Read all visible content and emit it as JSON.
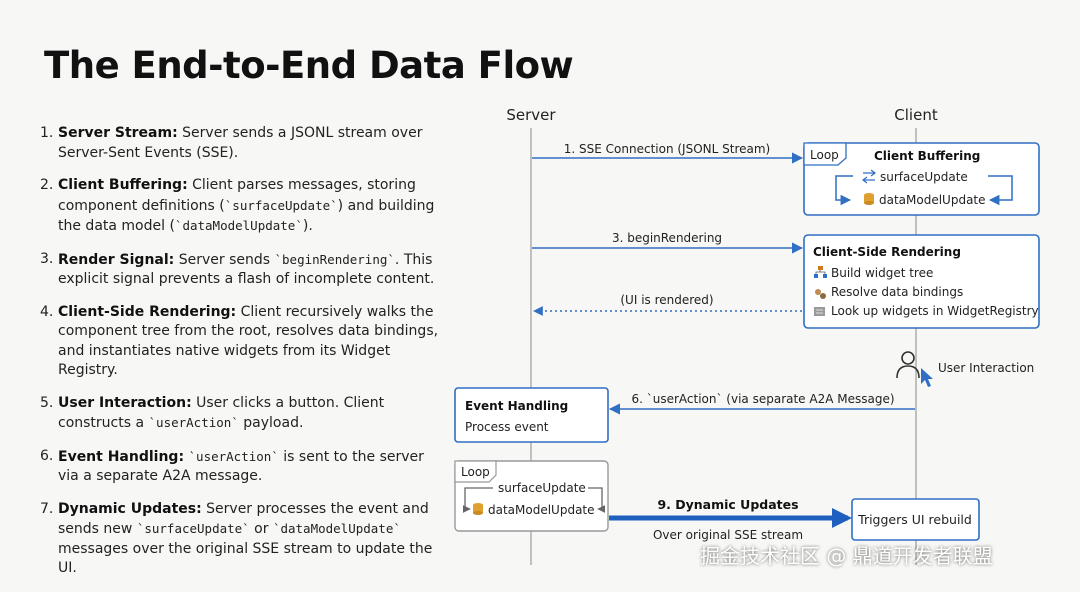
{
  "title": "The End-to-End Data Flow",
  "steps": [
    {
      "num": "1.",
      "head": "Server Stream:",
      "body": [
        {
          "t": " Server sends a JSONL stream over Server-Sent Events (SSE)."
        }
      ]
    },
    {
      "num": "2.",
      "head": "Client Buffering:",
      "body": [
        {
          "t": " Client parses messages, storing component definitions ("
        },
        {
          "c": "`surfaceUpdate`"
        },
        {
          "t": ") and building the data model ("
        },
        {
          "c": "`dataModelUpdate`"
        },
        {
          "t": ")."
        }
      ]
    },
    {
      "num": "3.",
      "head": "Render Signal:",
      "body": [
        {
          "t": " Server sends "
        },
        {
          "c": "`beginRendering`"
        },
        {
          "t": ". This explicit signal prevents a flash of incomplete content."
        }
      ]
    },
    {
      "num": "4.",
      "head": "Client-Side Rendering:",
      "body": [
        {
          "t": " Client recursively walks the component tree from the root, resolves data bindings, and instantiates native widgets from its Widget Registry."
        }
      ]
    },
    {
      "num": "5.",
      "head": "User Interaction:",
      "body": [
        {
          "t": " User clicks a button. Client constructs a "
        },
        {
          "c": "`userAction`"
        },
        {
          "t": " payload."
        }
      ]
    },
    {
      "num": "6.",
      "head": "Event Handling:",
      "body": [
        {
          "t": " "
        },
        {
          "c": "`userAction`"
        },
        {
          "t": " is sent to the server via a separate A2A message."
        }
      ]
    },
    {
      "num": "7.",
      "head": "Dynamic Updates:",
      "body": [
        {
          "t": " Server processes the event and sends new "
        },
        {
          "c": "`surfaceUpdate`"
        },
        {
          "t": " or "
        },
        {
          "c": "`dataModelUpdate`"
        },
        {
          "t": " messages over the original SSE stream to update the UI."
        }
      ]
    }
  ],
  "diagram": {
    "server_label": "Server",
    "client_label": "Client",
    "msg1": "1. SSE Connection (JSONL Stream)",
    "msg3": "3. beginRendering",
    "msg_rendered": "(UI is rendered)",
    "msg6": "6. `userAction` (via separate A2A Message)",
    "msg9": "9. Dynamic Updates",
    "msg9_sub": "Over original SSE stream",
    "loop": "Loop",
    "client_buffering": {
      "title": "Client Buffering",
      "item1": "surfaceUpdate",
      "item2": "dataModelUpdate"
    },
    "client_rendering": {
      "title": "Client-Side Rendering",
      "item1": "Build widget tree",
      "item2": "Resolve data bindings",
      "item3": "Look up widgets in WidgetRegistry"
    },
    "user_interaction": "User Interaction",
    "event_handling": {
      "title": "Event Handling",
      "item": "Process event"
    },
    "server_loop": {
      "item1": "surfaceUpdate",
      "item2": "dataModelUpdate"
    },
    "triggers": "Triggers UI rebuild"
  },
  "watermark": "掘金技术社区 @ 鼎道开发者联盟",
  "colors": {
    "accent": "#2f6fc4",
    "dark_blue": "#1f5fbf",
    "gray_box": "#999999"
  },
  "icons": [
    "sync-arrows-icon",
    "database-icon",
    "hierarchy-icon",
    "link-icon",
    "registry-icon",
    "user-icon",
    "cursor-icon"
  ]
}
